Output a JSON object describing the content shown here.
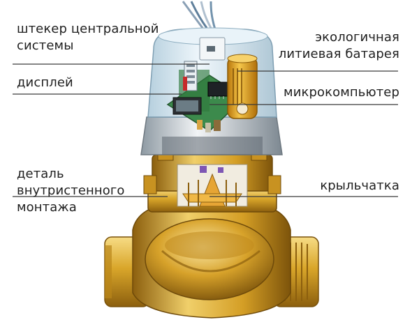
{
  "labels": {
    "connector": [
      "штекер центральной",
      "системы"
    ],
    "display": "дисплей",
    "base_part": [
      "деталь",
      "внутристенного",
      "монтажа"
    ],
    "battery": [
      "экологичная",
      "литиевая батарея"
    ],
    "microcomputer": "микрокомпьютер",
    "impeller": "крыльчатка"
  },
  "colors": {
    "brass": "#d9a62a",
    "brass_dark": "#9b6c12",
    "brass_light": "#f4d679",
    "cover": "#cfe3ef",
    "pcb": "#3c8a4c",
    "battery": "#e9a11b",
    "leader_line": "#3a3a3a",
    "text": "#1f1f1f"
  }
}
